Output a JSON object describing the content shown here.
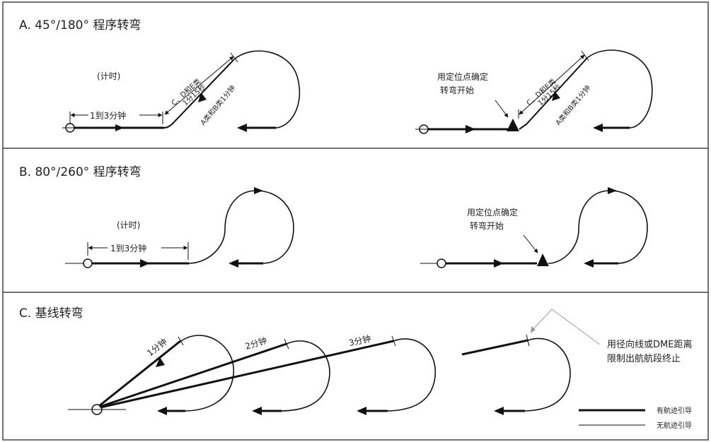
{
  "sections": {
    "a": {
      "title": "A. 45°/180° 程序转弯",
      "timed_label": "(计时)",
      "leg_time": "1到3分钟",
      "cd_label": "C、D和E类",
      "cd_time": "1分15秒",
      "ab_label": "A类和B类1分钟",
      "fix_note_line1": "用定位点确定",
      "fix_note_line2": "转弯开始",
      "right_cd_label": "C、D和E类",
      "right_cd_time": "1分15秒",
      "right_ab_label": "A类和B类1分钟"
    },
    "b": {
      "title": "B. 80°/260° 程序转弯",
      "timed_label": "(计时)",
      "leg_time": "1到3分钟",
      "fix_note_line1": "用定位点确定",
      "fix_note_line2": "转弯开始"
    },
    "c": {
      "title": "C. 基线转弯",
      "t1": "1分钟",
      "t2": "2分钟",
      "t3": "3分钟",
      "limit_note_line1": "用径向线或DME距离",
      "limit_note_line2": "限制出航航段终止"
    }
  },
  "legend": {
    "guided": "有航迹引导",
    "unguided": "无航迹引导"
  },
  "colors": {
    "stroke": "#111111",
    "border": "#444444",
    "leader": "#999999"
  }
}
